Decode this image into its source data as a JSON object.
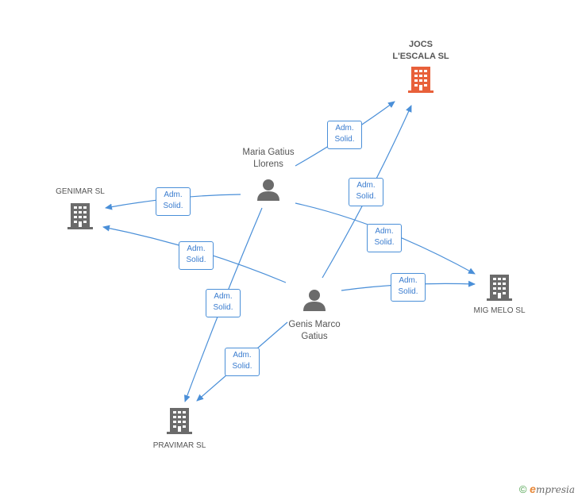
{
  "colors": {
    "focus_company": "#e8603a",
    "company": "#6b6b6b",
    "person": "#6b6b6b",
    "edge": "#4a8fd8",
    "label_text": "#3a7ccf"
  },
  "nodes": {
    "jocs_lescala": {
      "line1": "JOCS",
      "line2": "L'ESCALA SL",
      "icon": "building-icon"
    },
    "genimar": {
      "label": "GENIMAR SL",
      "icon": "building-icon"
    },
    "mig_melo": {
      "label": "MIG MELO SL",
      "icon": "building-icon"
    },
    "pravimar": {
      "label": "PRAVIMAR SL",
      "icon": "building-icon"
    },
    "maria": {
      "line1": "Maria Gatius",
      "line2": "Llorens",
      "icon": "person-icon"
    },
    "genis": {
      "line1": "Genis Marco",
      "line2": "Gatius",
      "icon": "person-icon"
    }
  },
  "edge_labels": [
    {
      "line1": "Adm.",
      "line2": "Solid."
    },
    {
      "line1": "Adm.",
      "line2": "Solid."
    },
    {
      "line1": "Adm.",
      "line2": "Solid."
    },
    {
      "line1": "Adm.",
      "line2": "Solid."
    },
    {
      "line1": "Adm.",
      "line2": "Solid."
    },
    {
      "line1": "Adm.",
      "line2": "Solid."
    },
    {
      "line1": "Adm.",
      "line2": "Solid."
    },
    {
      "line1": "Adm.",
      "line2": "Solid."
    }
  ],
  "footer": {
    "copyright": "©",
    "brand_initial": "e",
    "brand_rest": "mpresia"
  }
}
